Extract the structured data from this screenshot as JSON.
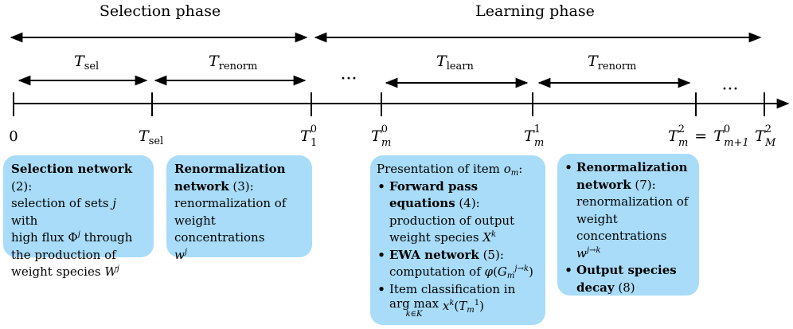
{
  "phases": {
    "selection": "Selection phase",
    "learning": "Learning phase"
  },
  "intervals": {
    "t_sel": {
      "main": "T",
      "sub": "sel"
    },
    "t_renorm_1": {
      "main": "T",
      "sub": "renorm"
    },
    "t_learn": {
      "main": "T",
      "sub": "learn"
    },
    "t_renorm_2": {
      "main": "T",
      "sub": "renorm"
    }
  },
  "ellipsis": "···",
  "ticks": {
    "zero": "0",
    "t_sel": {
      "main": "T",
      "sub": "sel"
    },
    "t1_0": {
      "main": "T",
      "sup": "0",
      "sub": "1"
    },
    "tm_0": {
      "main": "T",
      "sup": "0",
      "sub": "m"
    },
    "tm_1": {
      "main": "T",
      "sup": "1",
      "sub": "m"
    },
    "tm_2": {
      "main": "T",
      "sup": "2",
      "sub": "m",
      "eq": "=",
      "main2": "T",
      "sup2": "0",
      "sub2": "m+1"
    },
    "tM_2": {
      "main": "T",
      "sup": "2",
      "sub": "M"
    }
  },
  "boxes": {
    "selection": {
      "title": "Selection network",
      "ref": "(2)",
      "line1": "selection of sets",
      "j": "j",
      "line1b": "with",
      "line2": "high flux",
      "phi": "Φ",
      "phi_sup": "j",
      "line2b": "through",
      "line3": "the production of",
      "line4": "weight species",
      "W": "W",
      "W_sup": "j"
    },
    "renorm1": {
      "title": "Renormalization network",
      "ref": "(3)",
      "line1": "renormalization of",
      "line2": "weight concentrations",
      "w": "w",
      "w_sup": "j"
    },
    "learning": {
      "intro": "Presentation of item",
      "o": "o",
      "o_sub": "m",
      "forward_title": "Forward pass equations",
      "forward_ref": "(4)",
      "forward_text": "production of output weight species",
      "X": "X",
      "X_sup": "k",
      "ewa_title": "EWA network",
      "ewa_ref": "(5)",
      "ewa_text": "computation of",
      "phi": "φ",
      "G": "G",
      "G_sup": "j→k",
      "G_sub": "m",
      "class_text": "Item classification in",
      "argmax": "arg max",
      "argmax_under": "k∈K",
      "x": "x",
      "x_sup": "k",
      "T": "T",
      "T_sup": "1",
      "T_sub": "m"
    },
    "renorm2": {
      "title": "Renormalization network",
      "ref": "(7)",
      "text1": "renormalization of weight concentrations",
      "w": "w",
      "w_sup": "j→k",
      "decay_title": "Output species decay",
      "decay_ref": "(8)"
    }
  }
}
